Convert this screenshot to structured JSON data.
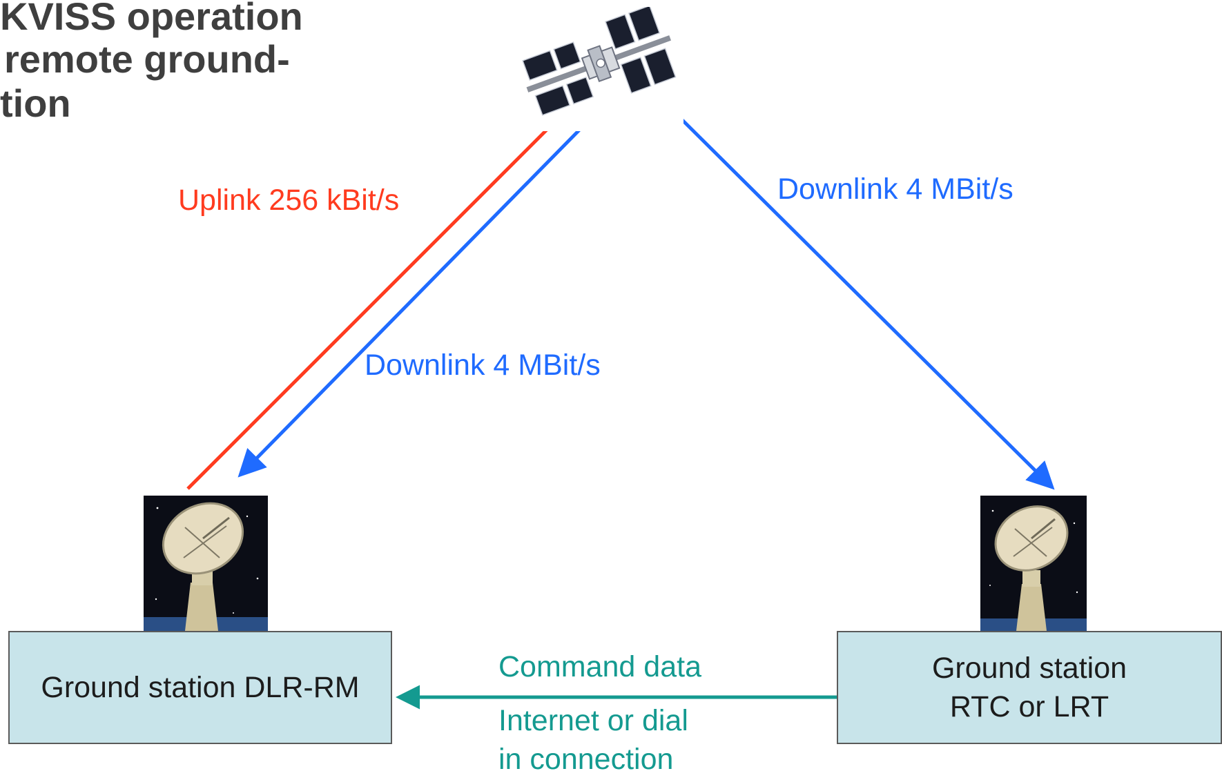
{
  "title": {
    "lines": [
      "KVISS operation",
      "remote ground-",
      "tion"
    ]
  },
  "links": {
    "uplink_label": "Uplink 256 kBit/s",
    "downlink_local_label": "Downlink 4 MBit/s",
    "downlink_remote_label": "Downlink 4 MBit/s",
    "command_label": "Command data",
    "connection_line1": "Internet or dial",
    "connection_line2": "in connection"
  },
  "stations": {
    "local": {
      "name": "Ground station DLR-RM"
    },
    "remote": {
      "line1": "Ground station",
      "line2": "RTC or LRT"
    }
  },
  "icons": {
    "satellite": "space-station-icon",
    "antenna": "satellite-dish-antenna-icon"
  },
  "colors": {
    "uplink": "#ff3b1f",
    "downlink": "#1f6bff",
    "command": "#149a90",
    "title": "#3f3f3f",
    "box_fill": "#c8e4ea"
  }
}
